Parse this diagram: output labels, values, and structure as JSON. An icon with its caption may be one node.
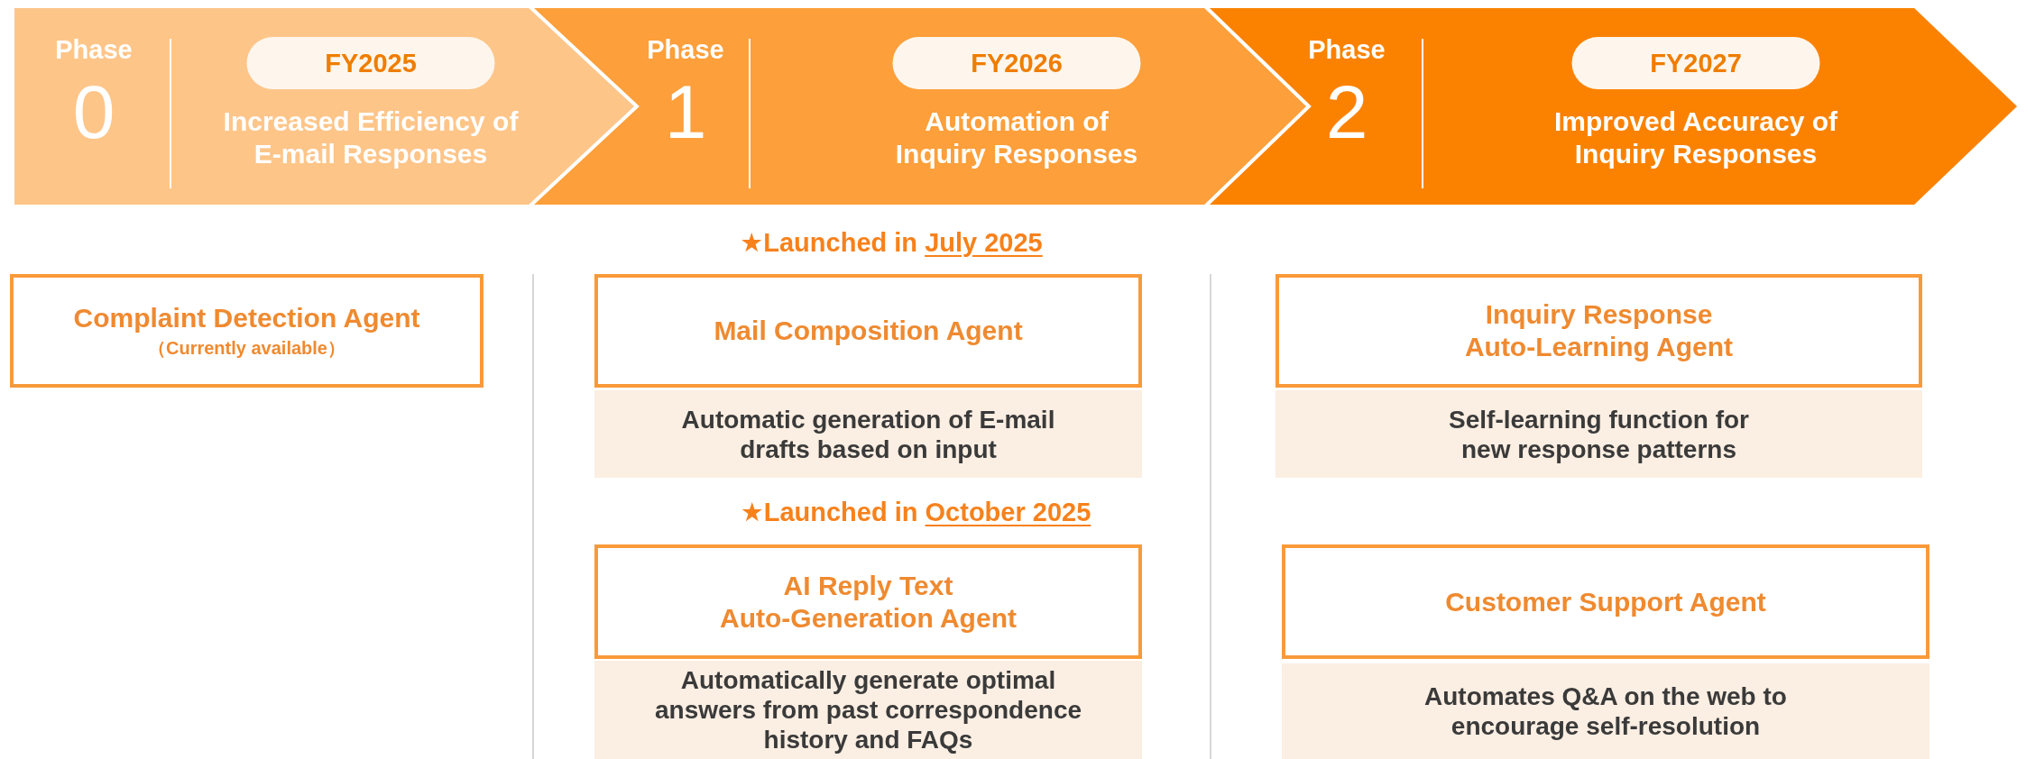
{
  "diagram": {
    "nodes": [
      {
        "text": [
          "Phase",
          "0",
          "FY2025",
          "Increased Efficiency of E-mail Responses"
        ]
      },
      {
        "text": [
          "Phase",
          "1",
          "FY2026",
          "Automation of Inquiry Responses"
        ]
      },
      {
        "text": [
          "Phase",
          "2",
          "FY2027",
          "Improved Accuracy of Inquiry Responses"
        ]
      },
      {
        "text": [
          "Complaint Detection Agent",
          "（Currently available）"
        ]
      },
      {
        "text": [
          "Mail Composition Agent"
        ],
        "beside": [
          "★Launched in",
          "July 2025"
        ]
      },
      {
        "text": [
          "Inquiry Response Auto-Learning Agent"
        ]
      },
      {
        "text": [
          "Automatic generation of E-mail drafts based on input"
        ]
      },
      {
        "text": [
          "Self-learning function for new response patterns"
        ]
      },
      {
        "text": [
          "AI Reply Text Auto-Generation Agent"
        ],
        "beside": [
          "★Launched in",
          "October 2025"
        ]
      },
      {
        "text": [
          "Customer Support Agent"
        ]
      },
      {
        "text": [
          "Automatically generate optimal answers from past correspondence history and FAQs"
        ]
      },
      {
        "text": [
          "Automates Q&A on the web to encourage self-resolution"
        ]
      }
    ]
  }
}
